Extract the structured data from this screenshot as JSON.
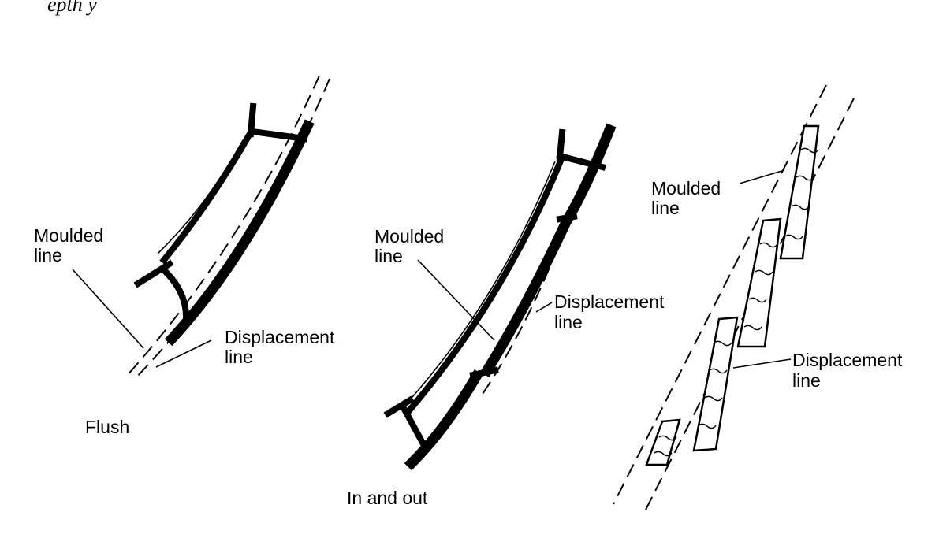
{
  "header": {
    "partial_text": "epth y"
  },
  "panels": [
    {
      "id": "flush",
      "caption": "Flush",
      "moulded_label": [
        "Moulded",
        "line"
      ],
      "displacement_label": [
        "Displacement",
        "line"
      ]
    },
    {
      "id": "in-and-out",
      "caption": "In and out",
      "moulded_label": [
        "Moulded",
        "line"
      ],
      "displacement_label": [
        "Displacement",
        "line"
      ]
    },
    {
      "id": "clinker",
      "caption": "",
      "moulded_label": [
        "Moulded",
        "line"
      ],
      "displacement_label": [
        "Displacement",
        "line"
      ]
    }
  ]
}
